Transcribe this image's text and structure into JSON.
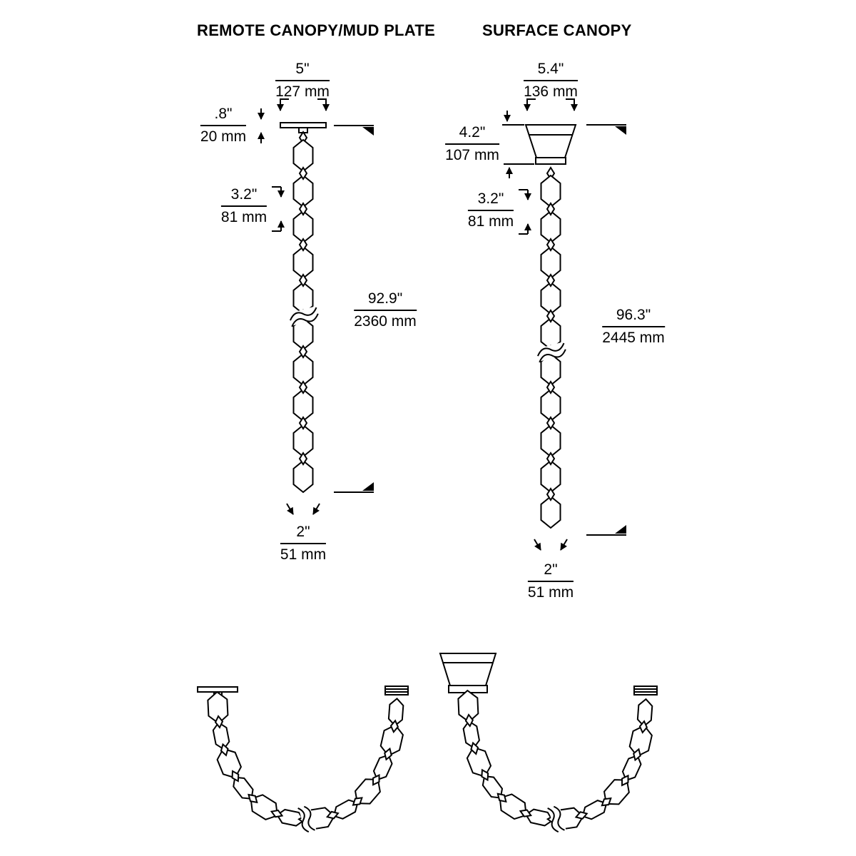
{
  "titles": {
    "remote": "REMOTE CANOPY/MUD PLATE",
    "surface": "SURFACE CANOPY"
  },
  "dimensions": {
    "remote": {
      "plate_width": {
        "inches": "5\"",
        "metric": "127 mm"
      },
      "canopy_height": {
        "inches": ".8\"",
        "metric": "20 mm"
      },
      "link_height": {
        "inches": "3.2\"",
        "metric": "81 mm"
      },
      "overall_length": {
        "inches": "92.9\"",
        "metric": "2360 mm"
      },
      "chain_width": {
        "inches": "2\"",
        "metric": "51 mm"
      }
    },
    "surface": {
      "canopy_width": {
        "inches": "5.4\"",
        "metric": "136 mm"
      },
      "canopy_height": {
        "inches": "4.2\"",
        "metric": "107 mm"
      },
      "link_height": {
        "inches": "3.2\"",
        "metric": "81 mm"
      },
      "overall_length": {
        "inches": "96.3\"",
        "metric": "2445 mm"
      },
      "chain_width": {
        "inches": "2\"",
        "metric": "51 mm"
      }
    }
  },
  "colors": {
    "line": "#000000",
    "background": "#ffffff"
  }
}
